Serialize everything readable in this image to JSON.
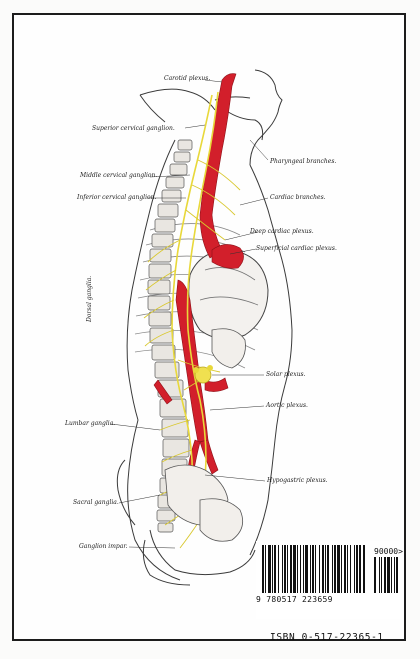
{
  "labels": {
    "carotid_plexus": "Carotid plexus.",
    "superior_cervical": "Superior cervical ganglion.",
    "pharyngeal": "Pharyngeal branches.",
    "middle_cervical": "Middle cervical ganglion.",
    "inferior_cervical": "Inferior cervical ganglion.",
    "cardiac_branches": "Cardiac branches.",
    "deep_cardiac": "Deep cardiac plexus.",
    "superficial_cardiac": "Superficial cardiac plexus.",
    "dorsal_ganglia": "Dorsal ganglia.",
    "solar_plexus": "Solar plexus.",
    "aortic_plexus": "Aortic plexus.",
    "lumbar_ganglia": "Lumbar ganglia.",
    "hypogastric_plexus": "Hypogastric plexus.",
    "sacral_ganglia": "Sacral ganglia.",
    "ganglion_impar": "Ganglion impar."
  },
  "barcode": {
    "digits": "9 780517 223659",
    "addon": "90000>",
    "isbn": "ISBN 0-517-22365-1"
  },
  "colors": {
    "artery": "#d21f2b",
    "nerve": "#e8d83a",
    "ink": "#2a2a2a",
    "frame": "#1c1c1c"
  }
}
